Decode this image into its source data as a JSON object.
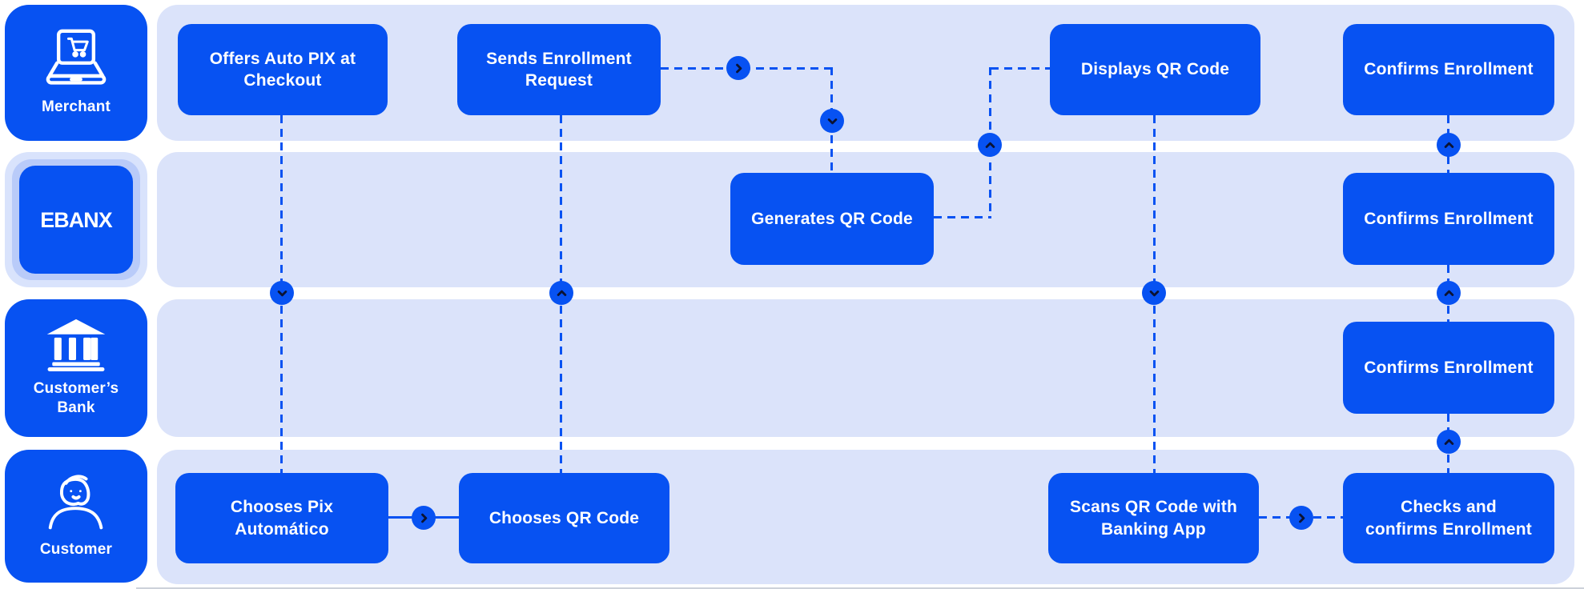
{
  "palette": {
    "primary_blue": "#0752f2",
    "lane_background": "#dbe3fa",
    "chevron_glyph": "#0b1334",
    "ebanx_ring_mid": "#b9cbf9",
    "ebanx_ring_outer": "#d9e3fc",
    "text_on_blue": "#ffffff",
    "page_background": "#ffffff"
  },
  "actors": [
    {
      "id": "merchant",
      "label": "Merchant",
      "icon": "laptop-cart-icon"
    },
    {
      "id": "ebanx",
      "label": "EBANX",
      "icon": "ebanx-logo"
    },
    {
      "id": "customers_bank",
      "label": "Customer’s\nBank",
      "icon": "bank-icon"
    },
    {
      "id": "customer",
      "label": "Customer",
      "icon": "person-icon"
    }
  ],
  "nodes": {
    "offers_auto_pix": {
      "lane": "merchant",
      "label": "Offers Auto PIX at\nCheckout"
    },
    "sends_enrollment": {
      "lane": "merchant",
      "label": "Sends Enrollment\nRequest"
    },
    "displays_qr": {
      "lane": "merchant",
      "label": "Displays QR Code"
    },
    "merchant_confirms": {
      "lane": "merchant",
      "label": "Confirms Enrollment"
    },
    "generates_qr": {
      "lane": "ebanx",
      "label": "Generates QR Code"
    },
    "ebanx_confirms": {
      "lane": "ebanx",
      "label": "Confirms Enrollment"
    },
    "bank_confirms": {
      "lane": "customers_bank",
      "label": "Confirms Enrollment"
    },
    "chooses_pix": {
      "lane": "customer",
      "label": "Chooses Pix\nAutomático"
    },
    "chooses_qr": {
      "lane": "customer",
      "label": "Chooses QR Code"
    },
    "scans_qr": {
      "lane": "customer",
      "label": "Scans QR Code with\nBanking App"
    },
    "checks_confirms": {
      "lane": "customer",
      "label": "Checks and\nconfirms Enrollment"
    }
  },
  "connectors": [
    {
      "from": "offers_auto_pix",
      "to": "chooses_pix",
      "style": "dashed",
      "arrow": "down"
    },
    {
      "from": "chooses_qr",
      "to": "sends_enrollment",
      "style": "dashed",
      "arrow": "up"
    },
    {
      "from": "sends_enrollment",
      "to": "generates_qr",
      "style": "dashed",
      "arrows": [
        "right",
        "down"
      ]
    },
    {
      "from": "generates_qr",
      "to": "displays_qr",
      "style": "dashed",
      "arrow": "up"
    },
    {
      "from": "displays_qr",
      "to": "scans_qr",
      "style": "dashed",
      "arrow": "down"
    },
    {
      "from": "scans_qr",
      "to": "checks_confirms",
      "style": "dashed",
      "arrow": "right"
    },
    {
      "from": "checks_confirms",
      "to": "bank_confirms",
      "style": "dashed",
      "arrow": "up"
    },
    {
      "from": "bank_confirms",
      "to": "ebanx_confirms",
      "style": "dashed",
      "arrow": "up"
    },
    {
      "from": "ebanx_confirms",
      "to": "merchant_confirms",
      "style": "dashed",
      "arrow": "up"
    },
    {
      "from": "chooses_pix",
      "to": "chooses_qr",
      "style": "solid",
      "arrow": "right"
    }
  ]
}
